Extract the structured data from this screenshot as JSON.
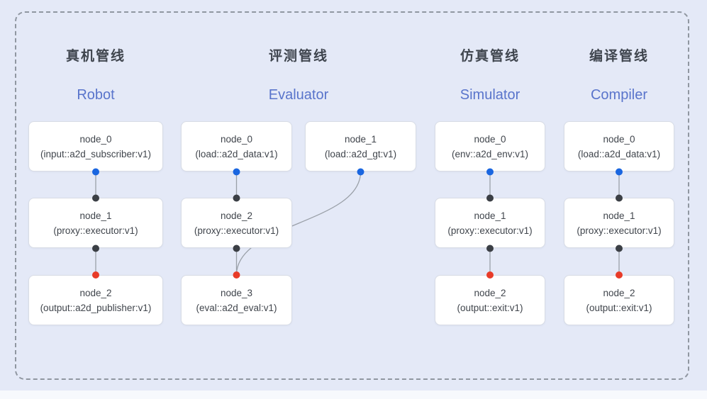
{
  "colors": {
    "background": "#e4e9f7",
    "dashed_border": "#9097a1",
    "node_border": "#d8dce5",
    "node_background": "#ffffff",
    "node_text": "#40454c",
    "title_cn_text": "#3f454e",
    "title_en_text": "#5974cb",
    "edge": "#9aa0a8",
    "port_output_blue": "#1a66e0",
    "port_input_dark": "#3b3f45",
    "port_input_red": "#e83b28"
  },
  "pipelines": [
    {
      "title_cn": "真机管线",
      "title_en": "Robot",
      "nodes": [
        {
          "name": "node_0",
          "type": "(input::a2d_subscriber:v1)"
        },
        {
          "name": "node_1",
          "type": "(proxy::executor:v1)"
        },
        {
          "name": "node_2",
          "type": "(output::a2d_publisher:v1)"
        }
      ]
    },
    {
      "title_cn": "评测管线",
      "title_en": "Evaluator",
      "nodes": [
        {
          "name": "node_0",
          "type": "(load::a2d_data:v1)"
        },
        {
          "name": "node_1",
          "type": "(load::a2d_gt:v1)"
        },
        {
          "name": "node_2",
          "type": "(proxy::executor:v1)"
        },
        {
          "name": "node_3",
          "type": "(eval::a2d_eval:v1)"
        }
      ]
    },
    {
      "title_cn": "仿真管线",
      "title_en": "Simulator",
      "nodes": [
        {
          "name": "node_0",
          "type": "(env::a2d_env:v1)"
        },
        {
          "name": "node_1",
          "type": "(proxy::executor:v1)"
        },
        {
          "name": "node_2",
          "type": "(output::exit:v1)"
        }
      ]
    },
    {
      "title_cn": "编译管线",
      "title_en": "Compiler",
      "nodes": [
        {
          "name": "node_0",
          "type": "(load::a2d_data:v1)"
        },
        {
          "name": "node_1",
          "type": "(proxy::executor:v1)"
        },
        {
          "name": "node_2",
          "type": "(output::exit:v1)"
        }
      ]
    }
  ],
  "edges": [
    {
      "from": "Robot.node_0",
      "to": "Robot.node_1",
      "shape": "straight",
      "from_port": "blue",
      "to_port": "dark"
    },
    {
      "from": "Robot.node_1",
      "to": "Robot.node_2",
      "shape": "straight",
      "from_port": "dark",
      "to_port": "red"
    },
    {
      "from": "Evaluator.node_0",
      "to": "Evaluator.node_2",
      "shape": "straight",
      "from_port": "blue",
      "to_port": "dark"
    },
    {
      "from": "Evaluator.node_1",
      "to": "Evaluator.node_3",
      "shape": "curved",
      "from_port": "blue",
      "to_port": "red"
    },
    {
      "from": "Evaluator.node_2",
      "to": "Evaluator.node_3",
      "shape": "straight",
      "from_port": "dark",
      "to_port": "red"
    },
    {
      "from": "Simulator.node_0",
      "to": "Simulator.node_1",
      "shape": "straight",
      "from_port": "blue",
      "to_port": "dark"
    },
    {
      "from": "Simulator.node_1",
      "to": "Simulator.node_2",
      "shape": "straight",
      "from_port": "dark",
      "to_port": "red"
    },
    {
      "from": "Compiler.node_0",
      "to": "Compiler.node_1",
      "shape": "straight",
      "from_port": "blue",
      "to_port": "dark"
    },
    {
      "from": "Compiler.node_1",
      "to": "Compiler.node_2",
      "shape": "straight",
      "from_port": "dark",
      "to_port": "red"
    }
  ]
}
